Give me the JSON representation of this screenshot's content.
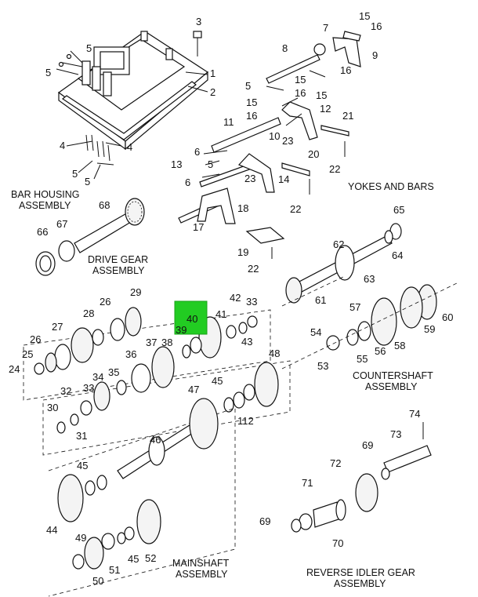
{
  "highlight": {
    "label": "40",
    "color": "#22cc22"
  },
  "captions": {
    "bar_housing": [
      "BAR HOUSING",
      "ASSEMBLY"
    ],
    "yokes": [
      "YOKES AND BARS"
    ],
    "drive_gear": [
      "DRIVE GEAR",
      "ASSEMBLY"
    ],
    "countershaft": [
      "COUNTERSHAFT",
      "ASSEMBLY"
    ],
    "mainshaft": [
      "MAINSHAFT",
      "ASSEMBLY"
    ],
    "reverse_idler": [
      "REVERSE IDLER GEAR",
      "ASSEMBLY"
    ]
  },
  "callouts": {
    "c3": "3",
    "c5a": "5",
    "c5b": "5",
    "c1": "1",
    "c2": "2",
    "c4a": "4",
    "c4b": "4",
    "c5c": "5",
    "c5d": "5",
    "c7": "7",
    "c15a": "15",
    "c16a": "16",
    "c9": "9",
    "c8": "8",
    "c16b": "16",
    "c5e": "5",
    "c15b": "15",
    "c16c": "16",
    "c15c": "15",
    "c15d": "15",
    "c16d": "16",
    "c12": "12",
    "c21": "21",
    "c11": "11",
    "c10": "10",
    "c6a": "6",
    "c23a": "23",
    "c5f": "5",
    "c20": "20",
    "c22a": "22",
    "c13": "13",
    "c6b": "6",
    "c14": "14",
    "c23b": "23",
    "c18": "18",
    "c17": "17",
    "c22b": "22",
    "c68": "68",
    "c67": "67",
    "c66": "66",
    "c65": "65",
    "c62": "62",
    "c64": "64",
    "c19": "19",
    "c22c": "22",
    "c63": "63",
    "c61": "61",
    "c29": "29",
    "c26a": "26",
    "c28": "28",
    "c27": "27",
    "c26b": "26",
    "c25": "25",
    "c24": "24",
    "c40": "40",
    "c39": "39",
    "c41": "41",
    "c42": "42",
    "c33a": "33",
    "c43": "43",
    "c38": "38",
    "c37": "37",
    "c36": "36",
    "c34": "34",
    "c35": "35",
    "c33b": "33",
    "c32": "32",
    "c30": "30",
    "c31": "31",
    "c57": "57",
    "c54": "54",
    "c53": "53",
    "c55": "55",
    "c56": "56",
    "c58": "58",
    "c59": "59",
    "c60": "60",
    "c48": "48",
    "c45a": "45",
    "c47": "47",
    "c112": "112",
    "c46": "46",
    "c45b": "45",
    "c44": "44",
    "c49": "49",
    "c50": "50",
    "c51": "51",
    "c45c": "45",
    "c52": "52",
    "c74": "74",
    "c73": "73",
    "c69a": "69",
    "c72": "72",
    "c71": "71",
    "c69b": "69",
    "c70": "70"
  }
}
